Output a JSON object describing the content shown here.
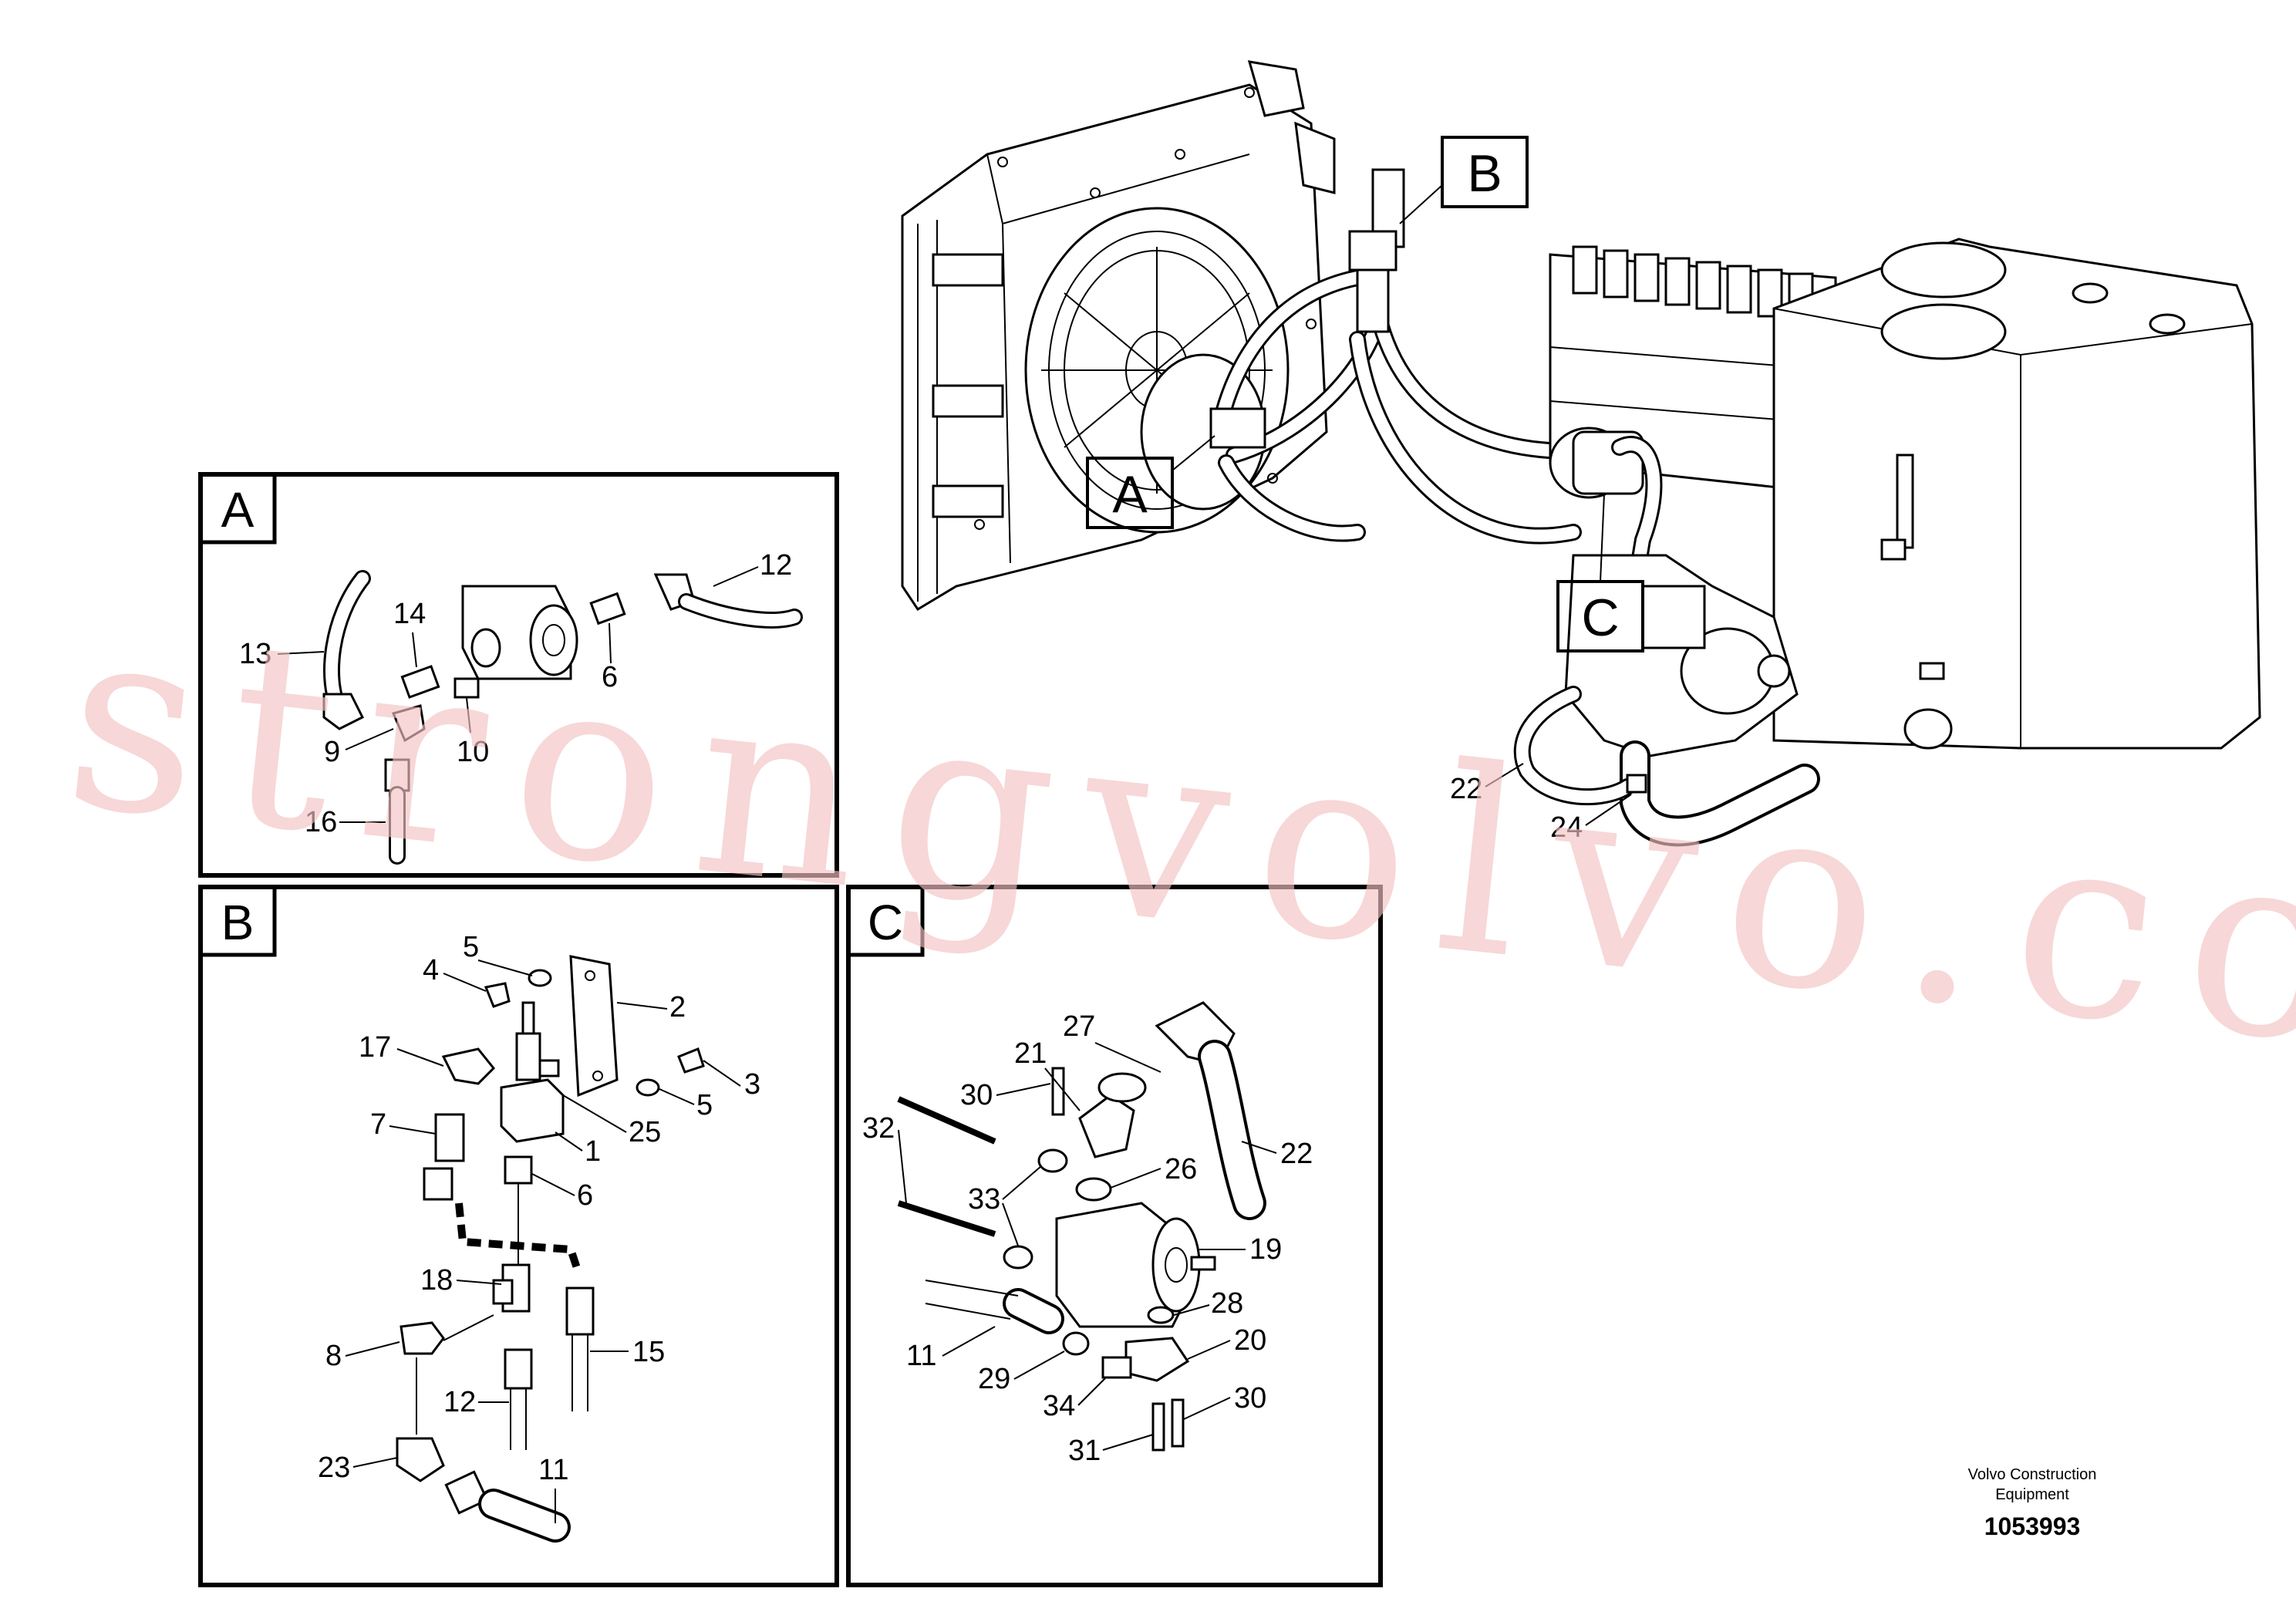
{
  "callouts": {
    "overview": [
      "A",
      "B",
      "C"
    ],
    "main": [
      "22",
      "24"
    ]
  },
  "panel_a": {
    "letter": "A",
    "labels": [
      "13",
      "14",
      "9",
      "10",
      "6",
      "12",
      "16"
    ]
  },
  "panel_b": {
    "letter": "B",
    "labels": [
      "5",
      "4",
      "2",
      "17",
      "3",
      "5",
      "25",
      "1",
      "7",
      "6",
      "18",
      "8",
      "15",
      "12",
      "23",
      "11"
    ]
  },
  "panel_c": {
    "letter": "C",
    "labels": [
      "27",
      "21",
      "30",
      "26",
      "22",
      "32",
      "33",
      "19",
      "28",
      "20",
      "11",
      "29",
      "34",
      "30",
      "31"
    ]
  },
  "footer": {
    "company_line1": "Volvo Construction",
    "company_line2": "Equipment",
    "drawing_number": "1053993"
  },
  "watermark": "strongvolvo.com"
}
